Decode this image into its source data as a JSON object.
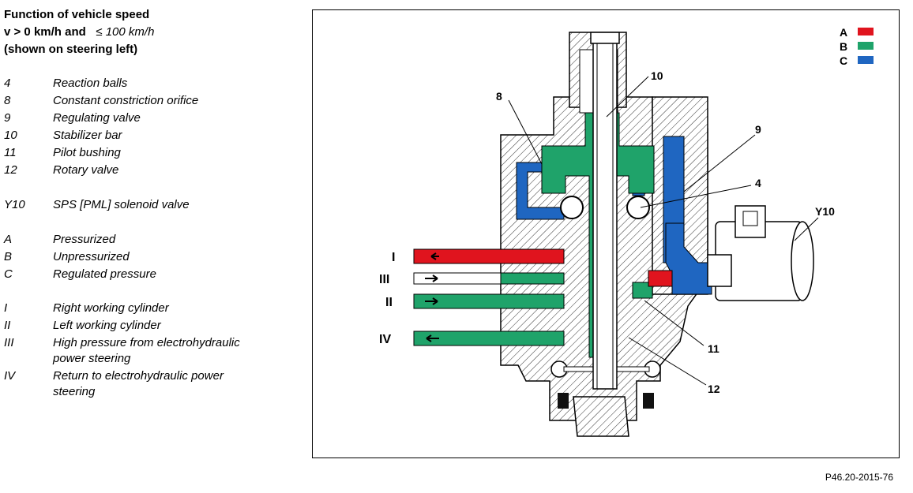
{
  "heading": {
    "line1": "Function of vehicle speed",
    "line2_a": "v > 0 km/h and",
    "line2_b": "≤ 100 km/h",
    "line3": "(shown on steering left)"
  },
  "legend_groups": [
    [
      {
        "key": "4",
        "text": "Reaction balls"
      },
      {
        "key": "8",
        "text": "Constant constriction orifice"
      },
      {
        "key": "9",
        "text": "Regulating valve"
      },
      {
        "key": "10",
        "text": "Stabilizer bar"
      },
      {
        "key": "11",
        "text": "Pilot bushing"
      },
      {
        "key": "12",
        "text": "Rotary valve"
      }
    ],
    [
      {
        "key": "Y10",
        "text": "SPS [PML] solenoid valve"
      }
    ],
    [
      {
        "key": "A",
        "text": "Pressurized"
      },
      {
        "key": "B",
        "text": "Unpressurized"
      },
      {
        "key": "C",
        "text": "Regulated pressure"
      }
    ],
    [
      {
        "key": "I",
        "text": "Right working cylinder"
      },
      {
        "key": "II",
        "text": "Left working cylinder"
      },
      {
        "key": "III",
        "text": "High pressure from electrohydraulic",
        "text2": "power steering"
      },
      {
        "key": "IV",
        "text": "Return to electrohydraulic power",
        "text2": "steering"
      }
    ]
  ],
  "diagram": {
    "key_labels": [
      "A",
      "B",
      "C"
    ],
    "callouts": [
      "8",
      "10",
      "9",
      "4",
      "Y10",
      "11",
      "12"
    ],
    "ports": [
      "I",
      "III",
      "II",
      "IV"
    ]
  },
  "colors": {
    "pressurized": "#e0141e",
    "unpressurized": "#1fa36a",
    "regulated": "#1f66c1"
  },
  "reference": "P46.20-2015-76"
}
